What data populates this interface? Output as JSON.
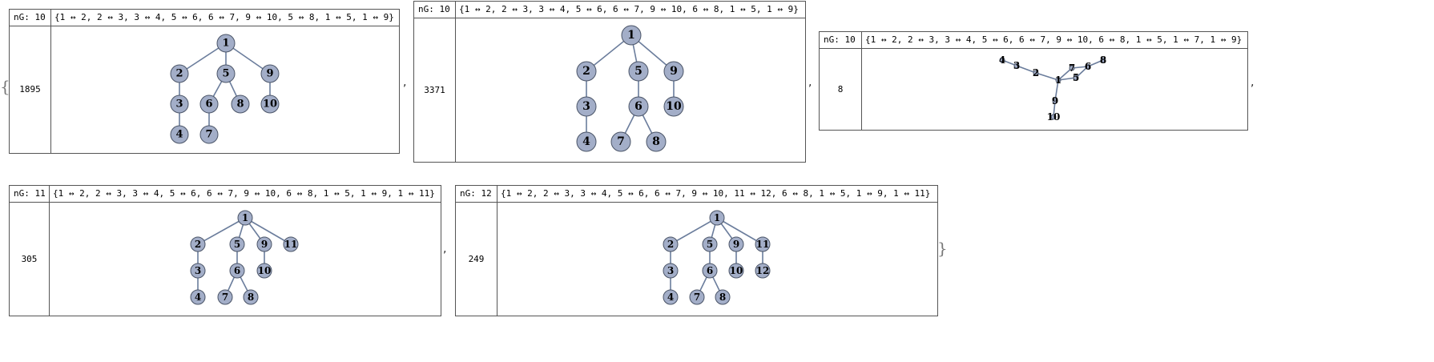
{
  "list_open": "{",
  "list_close": "}",
  "separator": ",",
  "colors": {
    "node_fill": "#a3aec8",
    "node_stroke": "#4b5568",
    "edge": "#6b7d9c"
  },
  "panels": [
    {
      "ng_label": "nG: 10",
      "edges_text": "{1 ↔ 2, 2 ↔ 3, 3 ↔ 4, 5 ↔ 6, 6 ↔ 7, 9 ↔ 10, 5 ↔ 8, 1 ↔ 5, 1 ↔ 9}",
      "count": "1895",
      "nodes": [
        "1",
        "2",
        "3",
        "4",
        "5",
        "6",
        "7",
        "8",
        "9",
        "10"
      ],
      "edges": [
        [
          1,
          2
        ],
        [
          2,
          3
        ],
        [
          3,
          4
        ],
        [
          5,
          6
        ],
        [
          6,
          7
        ],
        [
          9,
          10
        ],
        [
          5,
          8
        ],
        [
          1,
          5
        ],
        [
          1,
          9
        ]
      ]
    },
    {
      "ng_label": "nG: 10",
      "edges_text": "{1 ↔ 2, 2 ↔ 3, 3 ↔ 4, 5 ↔ 6, 6 ↔ 7, 9 ↔ 10, 6 ↔ 8, 1 ↔ 5, 1 ↔ 9}",
      "count": "3371",
      "nodes": [
        "1",
        "2",
        "3",
        "4",
        "5",
        "6",
        "7",
        "8",
        "9",
        "10"
      ],
      "edges": [
        [
          1,
          2
        ],
        [
          2,
          3
        ],
        [
          3,
          4
        ],
        [
          5,
          6
        ],
        [
          6,
          7
        ],
        [
          9,
          10
        ],
        [
          6,
          8
        ],
        [
          1,
          5
        ],
        [
          1,
          9
        ]
      ]
    },
    {
      "ng_label": "nG: 10",
      "edges_text": "{1 ↔ 2, 2 ↔ 3, 3 ↔ 4, 5 ↔ 6, 6 ↔ 7, 9 ↔ 10, 6 ↔ 8, 1 ↔ 5, 1 ↔ 7, 1 ↔ 9}",
      "count": "8",
      "nodes": [
        "1",
        "2",
        "3",
        "4",
        "5",
        "6",
        "7",
        "8",
        "9",
        "10"
      ],
      "edges": [
        [
          1,
          2
        ],
        [
          2,
          3
        ],
        [
          3,
          4
        ],
        [
          5,
          6
        ],
        [
          6,
          7
        ],
        [
          9,
          10
        ],
        [
          6,
          8
        ],
        [
          1,
          5
        ],
        [
          1,
          7
        ],
        [
          1,
          9
        ]
      ]
    },
    {
      "ng_label": "nG: 11",
      "edges_text": "{1 ↔ 2, 2 ↔ 3, 3 ↔ 4, 5 ↔ 6, 6 ↔ 7, 9 ↔ 10, 6 ↔ 8, 1 ↔ 5, 1 ↔ 9, 1 ↔ 11}",
      "count": "305",
      "nodes": [
        "1",
        "2",
        "3",
        "4",
        "5",
        "6",
        "7",
        "8",
        "9",
        "10",
        "11"
      ],
      "edges": [
        [
          1,
          2
        ],
        [
          2,
          3
        ],
        [
          3,
          4
        ],
        [
          5,
          6
        ],
        [
          6,
          7
        ],
        [
          9,
          10
        ],
        [
          6,
          8
        ],
        [
          1,
          5
        ],
        [
          1,
          9
        ],
        [
          1,
          11
        ]
      ]
    },
    {
      "ng_label": "nG: 12",
      "edges_text": "{1 ↔ 2, 2 ↔ 3, 3 ↔ 4, 5 ↔ 6, 6 ↔ 7, 9 ↔ 10, 11 ↔ 12, 6 ↔ 8, 1 ↔ 5, 1 ↔ 9, 1 ↔ 11}",
      "count": "249",
      "nodes": [
        "1",
        "2",
        "3",
        "4",
        "5",
        "6",
        "7",
        "8",
        "9",
        "10",
        "11",
        "12"
      ],
      "edges": [
        [
          1,
          2
        ],
        [
          2,
          3
        ],
        [
          3,
          4
        ],
        [
          5,
          6
        ],
        [
          6,
          7
        ],
        [
          9,
          10
        ],
        [
          11,
          12
        ],
        [
          6,
          8
        ],
        [
          1,
          5
        ],
        [
          1,
          9
        ],
        [
          1,
          11
        ]
      ]
    }
  ]
}
